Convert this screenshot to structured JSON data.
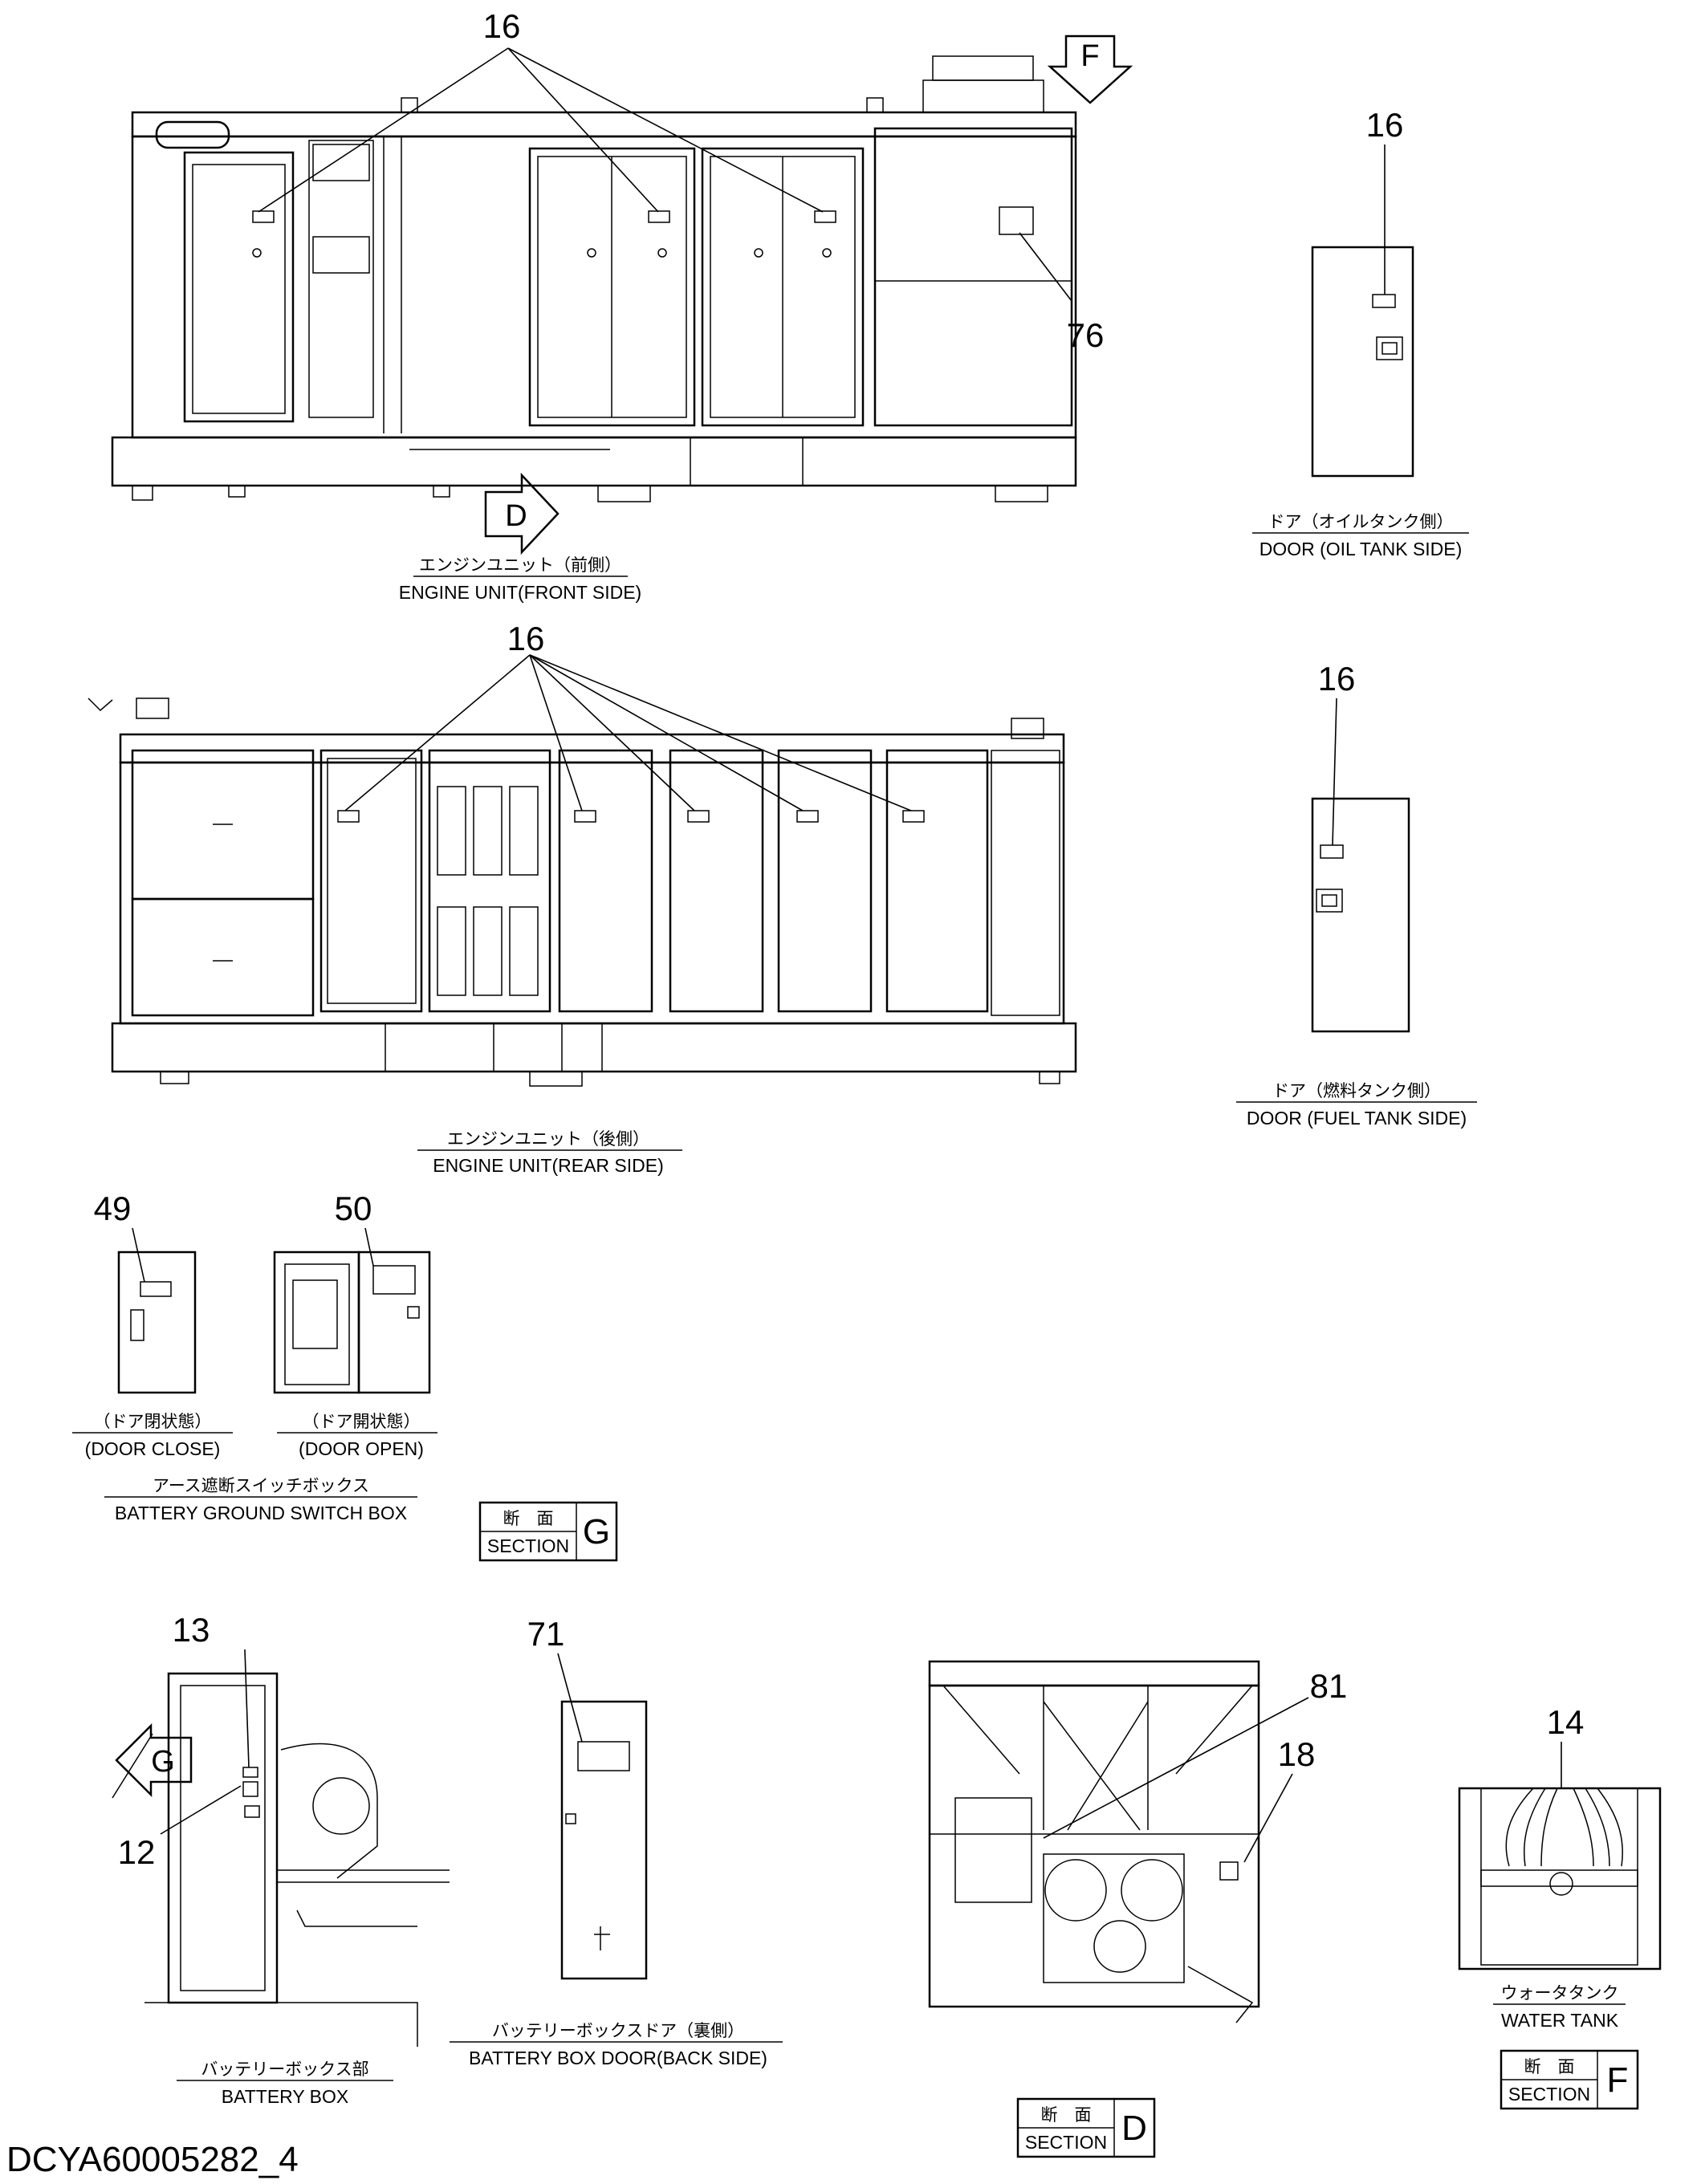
{
  "callouts": {
    "front_16": "16",
    "front_76": "76",
    "oil_door_16": "16",
    "rear_16": "16",
    "fuel_door_16": "16",
    "box_49": "49",
    "box_50": "50",
    "battery_13": "13",
    "battery_12": "12",
    "battery_door_71": "71",
    "section_d_81": "81",
    "section_d_18": "18",
    "water_tank_14": "14"
  },
  "views": {
    "engine_front": {
      "jp": "エンジンユニット（前側）",
      "en": "ENGINE UNIT(FRONT SIDE)"
    },
    "oil_door": {
      "jp": "ドア（オイルタンク側）",
      "en": "DOOR (OIL  TANK SIDE)"
    },
    "engine_rear": {
      "jp": "エンジンユニット（後側）",
      "en": "ENGINE UNIT(REAR SIDE)"
    },
    "fuel_door": {
      "jp": "ドア（燃料タンク側）",
      "en": "DOOR (FUEL  TANK SIDE)"
    },
    "door_close": {
      "jp": "（ドア閉状態）",
      "en": "(DOOR CLOSE)"
    },
    "door_open": {
      "jp": "（ドア開状態）",
      "en": "(DOOR OPEN)"
    },
    "switch_box": {
      "jp": "アース遮断スイッチボックス",
      "en": "BATTERY GROUND SWITCH BOX"
    },
    "battery_box": {
      "jp": "バッテリーボックス部",
      "en": "BATTERY BOX"
    },
    "battery_box_door": {
      "jp": "バッテリーボックスドア（裏側）",
      "en": "BATTERY BOX DOOR(BACK SIDE)"
    },
    "water_tank": {
      "jp": "ウォータタンク",
      "en": "WATER TANK"
    }
  },
  "section_labels": {
    "g": {
      "jp": "断　面",
      "en": "SECTION",
      "letter": "G"
    },
    "d": {
      "jp": "断　面",
      "en": "SECTION",
      "letter": "D"
    },
    "f": {
      "jp": "断　面",
      "en": "SECTION",
      "letter": "F"
    }
  },
  "view_arrows": {
    "f": "F",
    "d": "D",
    "g": "G"
  },
  "document_id": "DCYA60005282_4"
}
